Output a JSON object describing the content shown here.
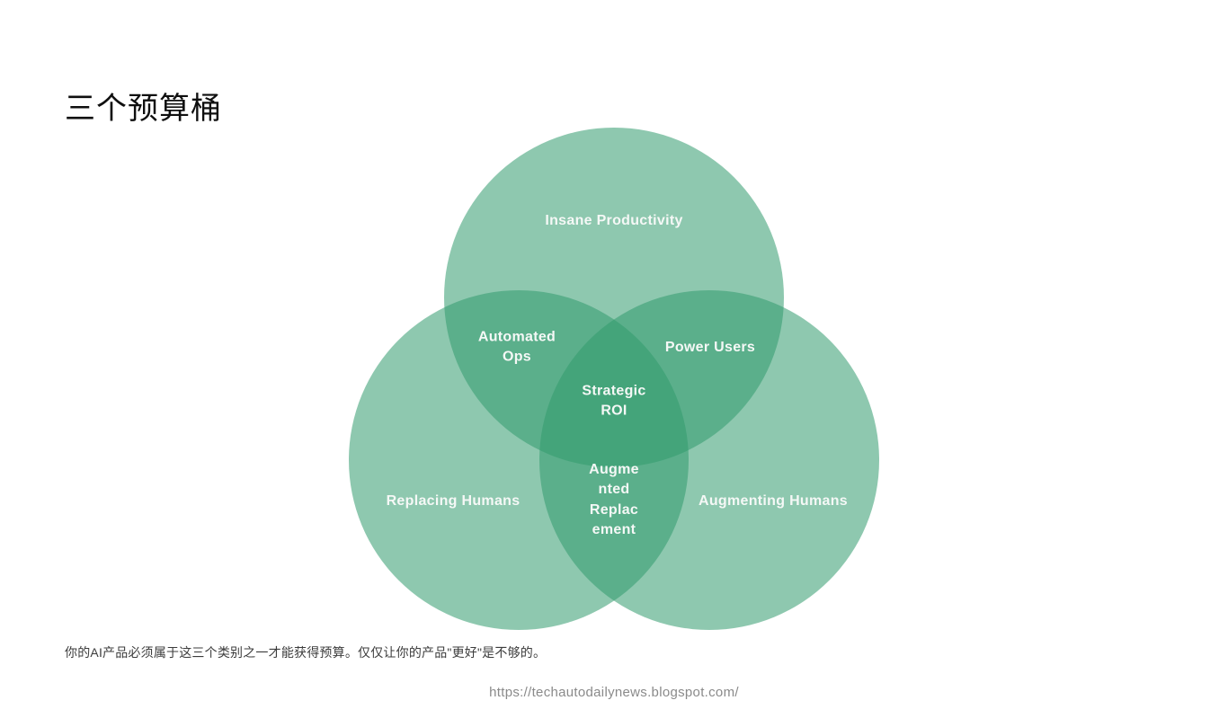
{
  "page": {
    "title": "三个预算桶",
    "footer_note": "你的AI产品必须属于这三个类别之一才能获得预算。仅仅让你的产品\"更好\"是不够的。",
    "source_url": "https://techautodailynews.blogspot.com/"
  },
  "venn": {
    "type": "venn3",
    "sets": {
      "top": "Insane Productivity",
      "bottom_left": "Replacing Humans",
      "bottom_right": "Augmenting Humans"
    },
    "overlaps": {
      "top_left": "Automated\nOps",
      "top_right": "Power Users",
      "bottom": "Augme\nnted\nReplac\nement",
      "center": "Strategic\nROI"
    }
  },
  "colors": {
    "background": "#FFFFFF",
    "circle_fill": "#329B6E",
    "circle_opacity": "0.55",
    "region_single": "#8EC8AF",
    "region_double": "#5BAF8B",
    "region_triple": "#44A47B",
    "venn_label_text": "#F5F8F6",
    "title_text": "#0F0F0F",
    "note_text": "#3C3C3C",
    "url_text": "#8A8A8A"
  }
}
